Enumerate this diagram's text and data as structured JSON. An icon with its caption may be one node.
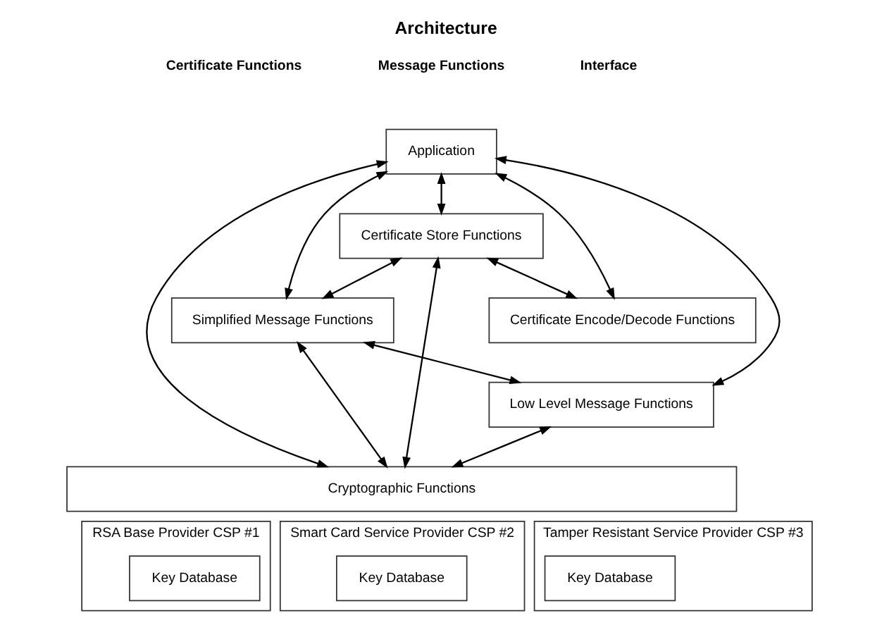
{
  "diagram": {
    "title": "Architecture",
    "nodes": [
      {
        "text": [
          "Application"
        ]
      },
      {
        "text": [
          "Certificate Store Functions"
        ]
      },
      {
        "text": [
          "Simplified Message Functions"
        ]
      },
      {
        "text": [
          "Certificate Encode/Decode Functions"
        ]
      },
      {
        "text": [
          "Low Level Message Functions"
        ]
      },
      {
        "text": [
          "Cryptographic Functions"
        ]
      },
      {
        "text": [
          "RSA Base Provider CSP #1"
        ]
      },
      {
        "text": [
          "Key Database"
        ],
        "in": 6
      },
      {
        "text": [
          "Smart Card Service Provider CSP #2"
        ]
      },
      {
        "text": [
          "Key Database"
        ],
        "in": 8
      },
      {
        "text": [
          "Tamper Resistant Service Provider CSP #3"
        ]
      },
      {
        "text": [
          "Key Database"
        ],
        "in": 10
      }
    ],
    "edges": [
      {
        "from": 0,
        "to": 1,
        "arrow": "both"
      },
      {
        "from": 0,
        "to": 3,
        "arrow": "both"
      },
      {
        "from": 0,
        "to": 5,
        "arrow": "both"
      },
      {
        "from": 0,
        "to": 4,
        "arrow": "both"
      },
      {
        "from": 0,
        "to": 2,
        "arrow": "both"
      },
      {
        "from": 1,
        "to": 2,
        "arrow": "both"
      },
      {
        "from": 1,
        "to": 3,
        "arrow": "both"
      },
      {
        "from": 1,
        "to": 5,
        "arrow": "both"
      },
      {
        "from": 2,
        "to": 4,
        "arrow": "both"
      },
      {
        "from": 4,
        "to": 5,
        "arrow": "both"
      },
      {
        "from": 2,
        "to": 5,
        "arrow": "both"
      }
    ],
    "labels": [
      "Certificate Functions",
      "Message Functions",
      "Interface"
    ]
  }
}
